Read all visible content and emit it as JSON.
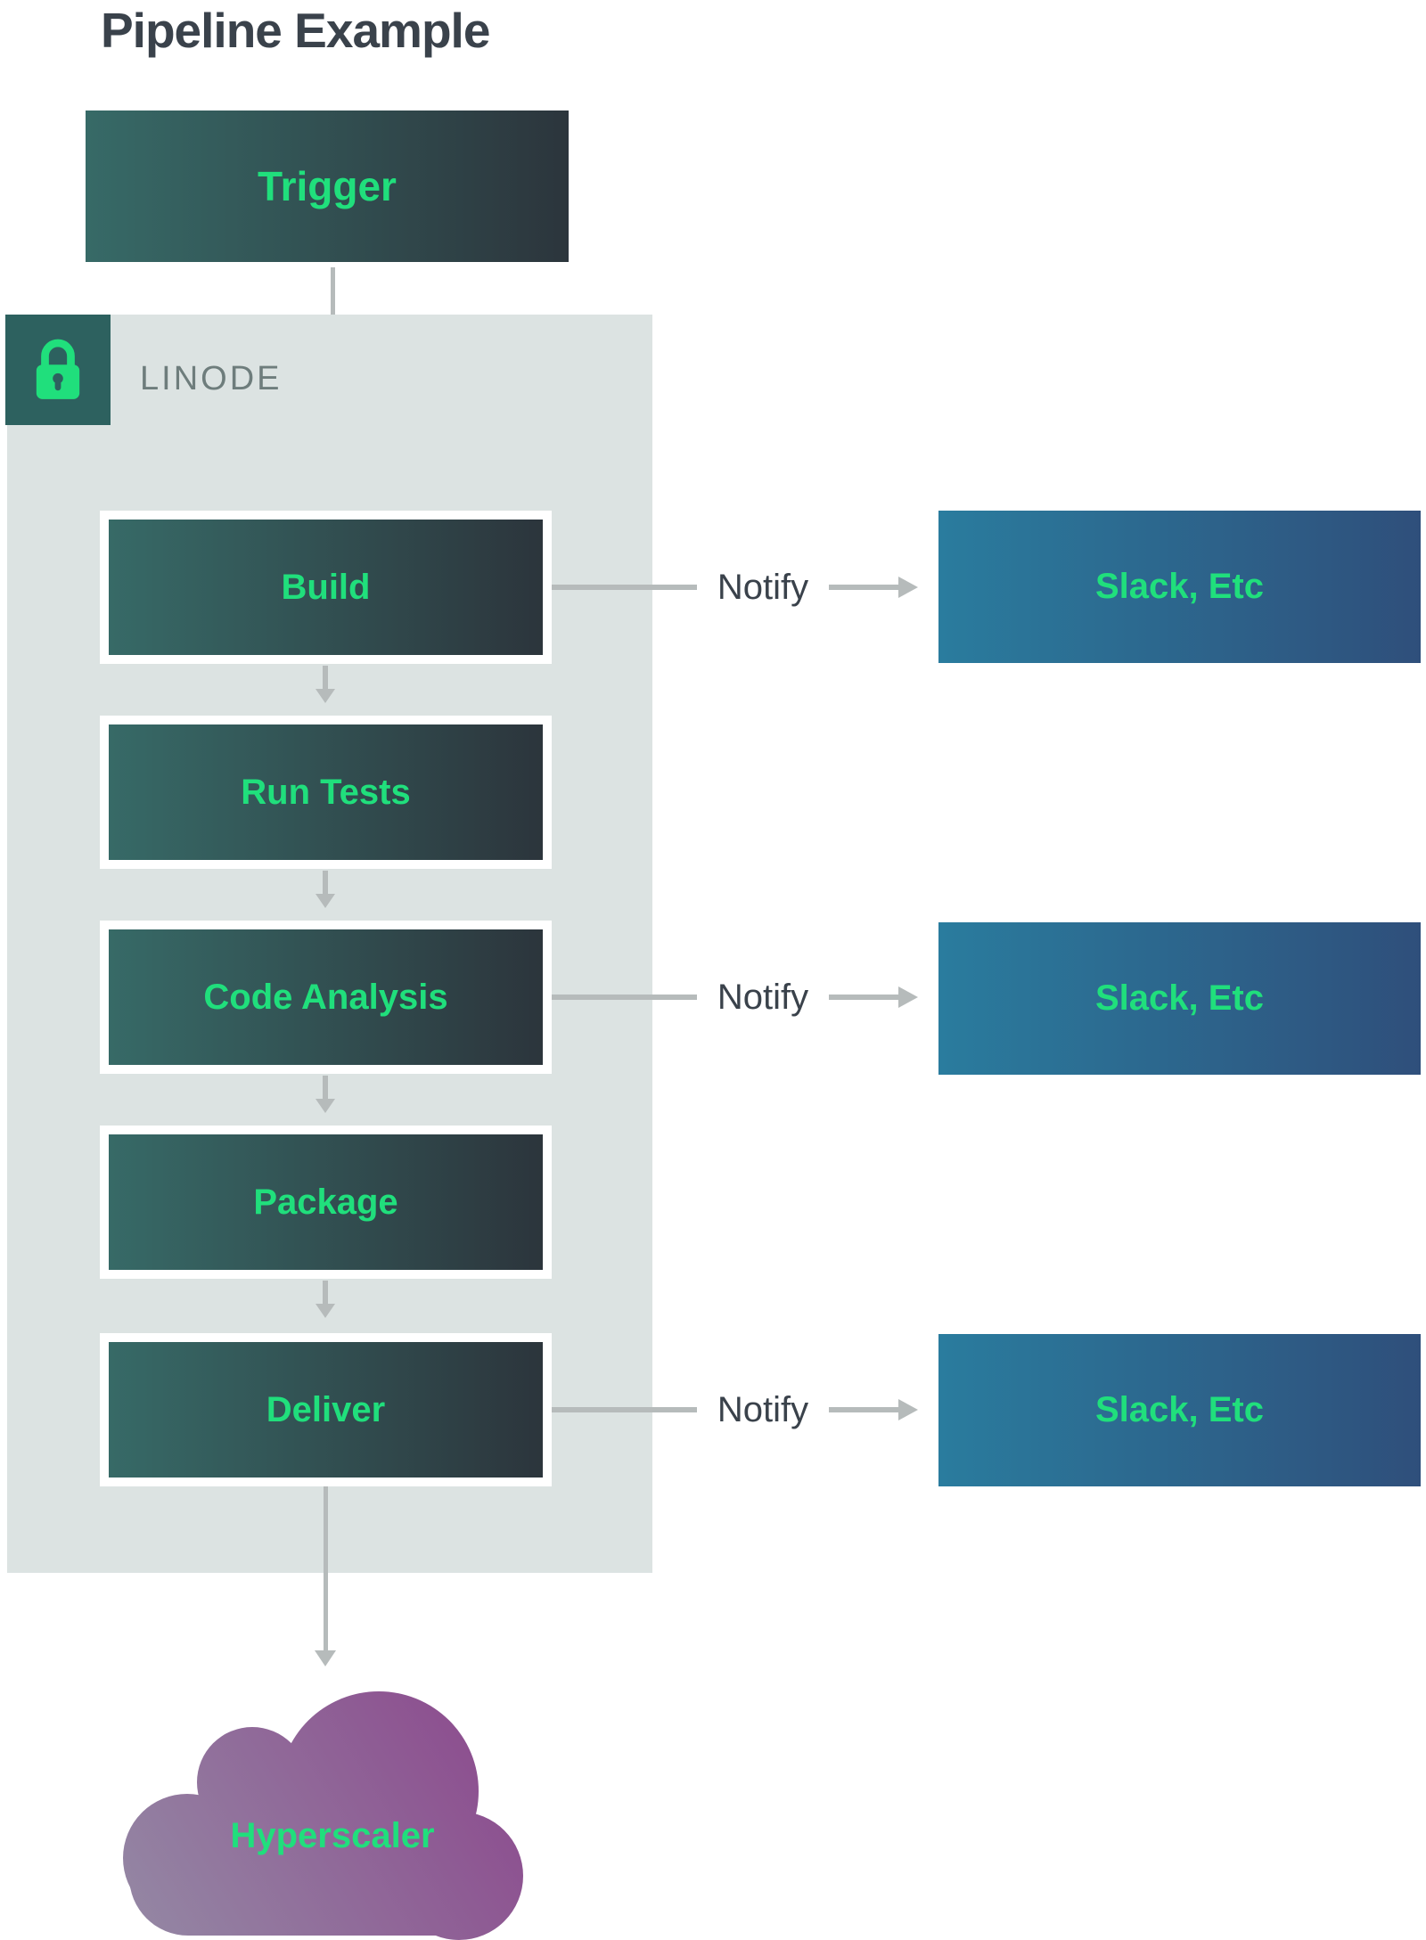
{
  "title": "Pipeline Example",
  "trigger": {
    "label": "Trigger"
  },
  "provider": {
    "label": "LINODE",
    "icon": "lock-icon"
  },
  "stages": [
    {
      "label": "Build"
    },
    {
      "label": "Run Tests"
    },
    {
      "label": "Code Analysis"
    },
    {
      "label": "Package"
    },
    {
      "label": "Deliver"
    }
  ],
  "notify_rows": [
    {
      "label": "Notify",
      "target": "Slack, Etc"
    },
    {
      "label": "Notify",
      "target": "Slack, Etc"
    },
    {
      "label": "Notify",
      "target": "Slack, Etc"
    }
  ],
  "cloud": {
    "label": "Hyperscaler"
  },
  "colors": {
    "green": "#20DF7C",
    "text-dark": "#3A424B",
    "text-gray": "#6E7D7C",
    "panel": "#DCE3E2",
    "lock-bg": "#2D615F",
    "dark-left": "#376A67",
    "dark-right": "#2C353C",
    "blue-left": "#2A7C9E",
    "blue-right": "#2F4F7B",
    "line-gray": "#B6BBBB",
    "cloud-from": "#9488A4",
    "cloud-to": "#8C4B8E"
  }
}
